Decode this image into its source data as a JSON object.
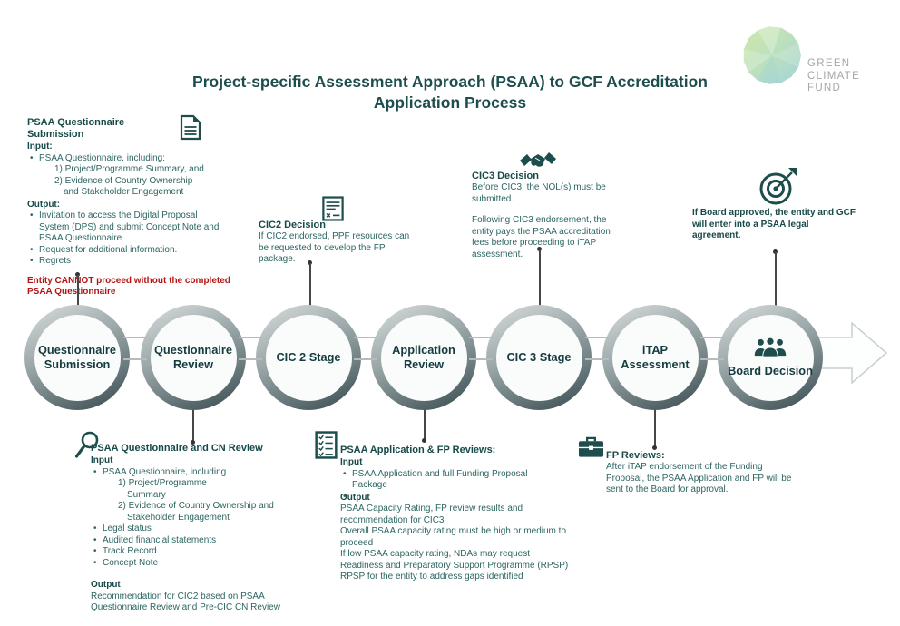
{
  "title": {
    "line1": "Project-specific Assessment Approach (PSAA) to GCF Accreditation",
    "line2": "Application Process"
  },
  "logo": {
    "line1": "GREEN",
    "line2": "CLIMATE",
    "line3": "FUND"
  },
  "stages": [
    {
      "label": "Questionnaire Submission"
    },
    {
      "label": "Questionnaire Review"
    },
    {
      "label": "CIC 2 Stage"
    },
    {
      "label": "Application Review"
    },
    {
      "label": "CIC 3 Stage"
    },
    {
      "label": "iTAP Assessment"
    },
    {
      "label": "Board Decision"
    }
  ],
  "callouts": {
    "top_left": {
      "heading": "PSAA Questionnaire Submission",
      "input_label": "Input:",
      "input_bullet": "PSAA Questionnaire, including:",
      "sub1": "1) Project/Programme Summary, and",
      "sub2": "2) Evidence of Country Ownership",
      "sub3": "and Stakeholder Engagement",
      "output_label": "Output:",
      "out_bullet1": "Invitation to access the Digital Proposal System (DPS) and submit Concept Note and PSAA Questionnaire",
      "out_bullet2": "Request for additional information.",
      "out_bullet3": "Regrets",
      "warning": "Entity CANNOT proceed without the completed PSAA Questionnaire"
    },
    "cic2": {
      "heading": "CIC2 Decision",
      "body": "If CIC2 endorsed, PPF resources can be requested to develop the FP package."
    },
    "cic3": {
      "heading": "CIC3 Decision",
      "body1": "Before CIC3, the NOL(s) must be submitted.",
      "body2": "Following CIC3 endorsement, the entity pays the PSAA accreditation fees before proceeding to iTAP assessment."
    },
    "board": {
      "body": "If Board approved, the entity and GCF will enter into a PSAA legal agreement."
    },
    "cn_review": {
      "heading": "PSAA Questionnaire and CN Review",
      "input_label": "Input",
      "input_bullet": "PSAA Questionnaire, including",
      "sub1": "1) Project/Programme",
      "sub2": "Summary",
      "sub3": "2) Evidence of Country Ownership and",
      "sub4": "Stakeholder Engagement",
      "bullet1": "Legal status",
      "bullet2": "Audited financial statements",
      "bullet3": "Track Record",
      "bullet4": "Concept Note",
      "output_label": "Output",
      "output_body": "Recommendation for CIC2 based on PSAA Questionnaire Review and Pre-CIC CN Review"
    },
    "app_review": {
      "heading": "PSAA Application & FP Reviews:",
      "input_label": "Input",
      "bullet1": "PSAA Application and full Funding Proposal Package",
      "bullet2": "",
      "output_label": "Output",
      "out_line1": "PSAA Capacity Rating, FP review results and recommendation for CIC3",
      "out_line2": "Overall PSAA capacity rating must be high or medium to proceed",
      "out_line3": "If low PSAA capacity rating, NDAs may request Readiness and Preparatory Support Programme (RPSP) RPSP for the entity to address gaps identified"
    },
    "fp_reviews": {
      "heading": "FP Reviews:",
      "body": "After iTAP endorsement of the Funding Proposal, the PSAA Application and FP will be sent to the Board for approval."
    }
  }
}
